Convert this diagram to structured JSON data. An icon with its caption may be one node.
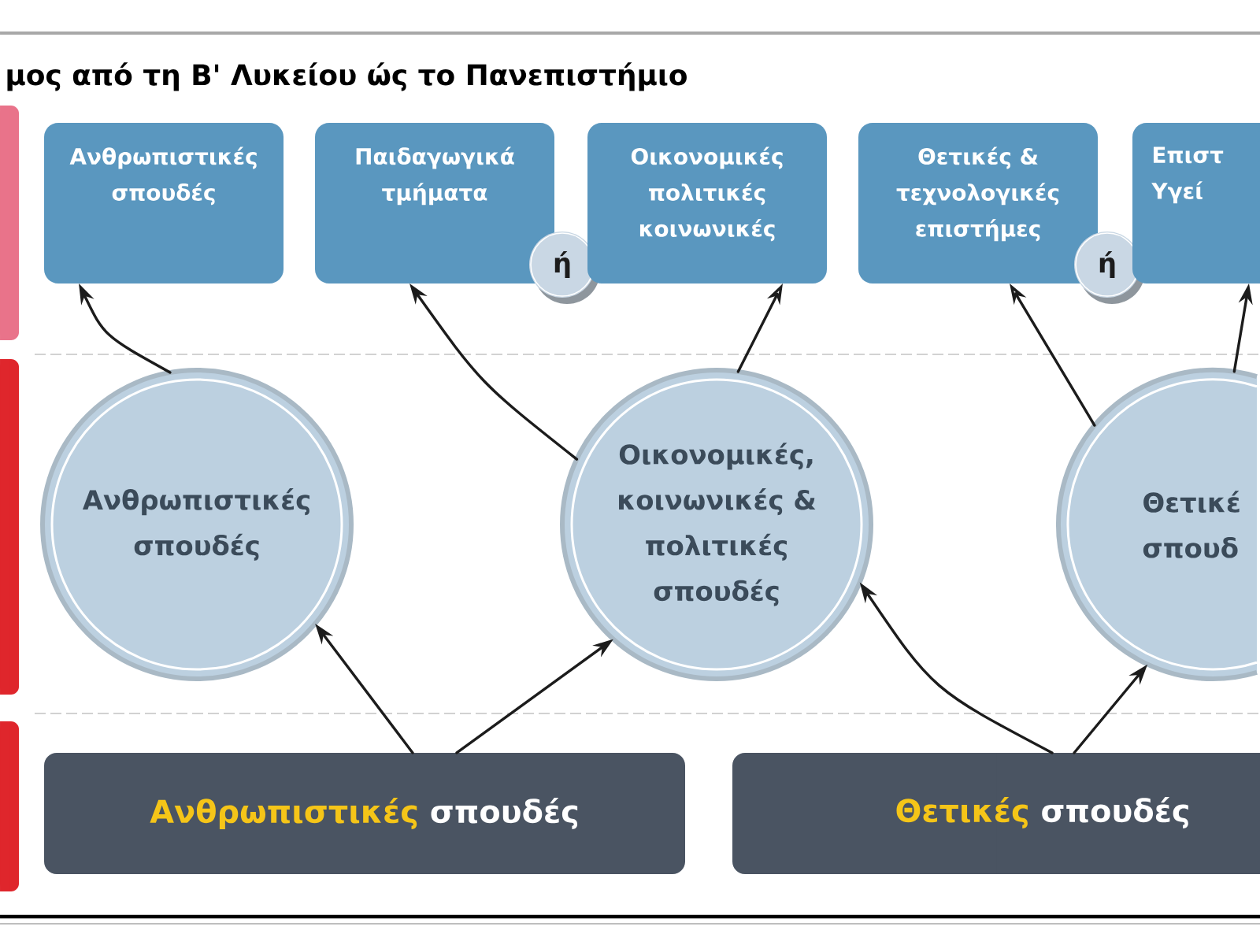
{
  "diagram": {
    "title": "μος από τη Β' Λυκείου ώς το Πανεπιστήμιο",
    "nodes": [
      {
        "text": [
          "Ανθρωπιστικές σπουδές"
        ]
      },
      {
        "text": [
          "Παιδαγωγικά τμήματα"
        ]
      },
      {
        "text": [
          "ή"
        ]
      },
      {
        "text": [
          "Οικονομικές πολιτικές κοινωνικές"
        ]
      },
      {
        "text": [
          "Θετικές & τεχνολογικές επιστήμες"
        ]
      },
      {
        "text": [
          "ή"
        ]
      },
      {
        "text": [
          "Επιστ Υγεί"
        ]
      },
      {
        "text": [
          "Ανθρωπιστικές σπουδές"
        ]
      },
      {
        "text": [
          "Οικονομικές, κοινωνικές & πολιτικές σπουδές"
        ]
      },
      {
        "text": [
          "Θετικέ σπουδ"
        ]
      },
      {
        "text": [
          "**Ανθρωπιστικές** σπουδές"
        ]
      },
      {
        "text": [
          "**Θετικές** σπουδές"
        ]
      }
    ],
    "edges": [
      {
        "from": 7,
        "to": 0,
        "arrow": "to"
      },
      {
        "from": 8,
        "to": 1,
        "arrow": "to"
      },
      {
        "from": 8,
        "to": 3,
        "arrow": "to"
      },
      {
        "from": 9,
        "to": 4,
        "arrow": "to"
      },
      {
        "from": 9,
        "to": 6,
        "arrow": "to"
      },
      {
        "from": 10,
        "to": 7,
        "arrow": "to"
      },
      {
        "from": 10,
        "to": 8,
        "arrow": "to"
      },
      {
        "from": 11,
        "to": 8,
        "arrow": "to"
      },
      {
        "from": 11,
        "to": 9,
        "arrow": "to"
      }
    ]
  }
}
